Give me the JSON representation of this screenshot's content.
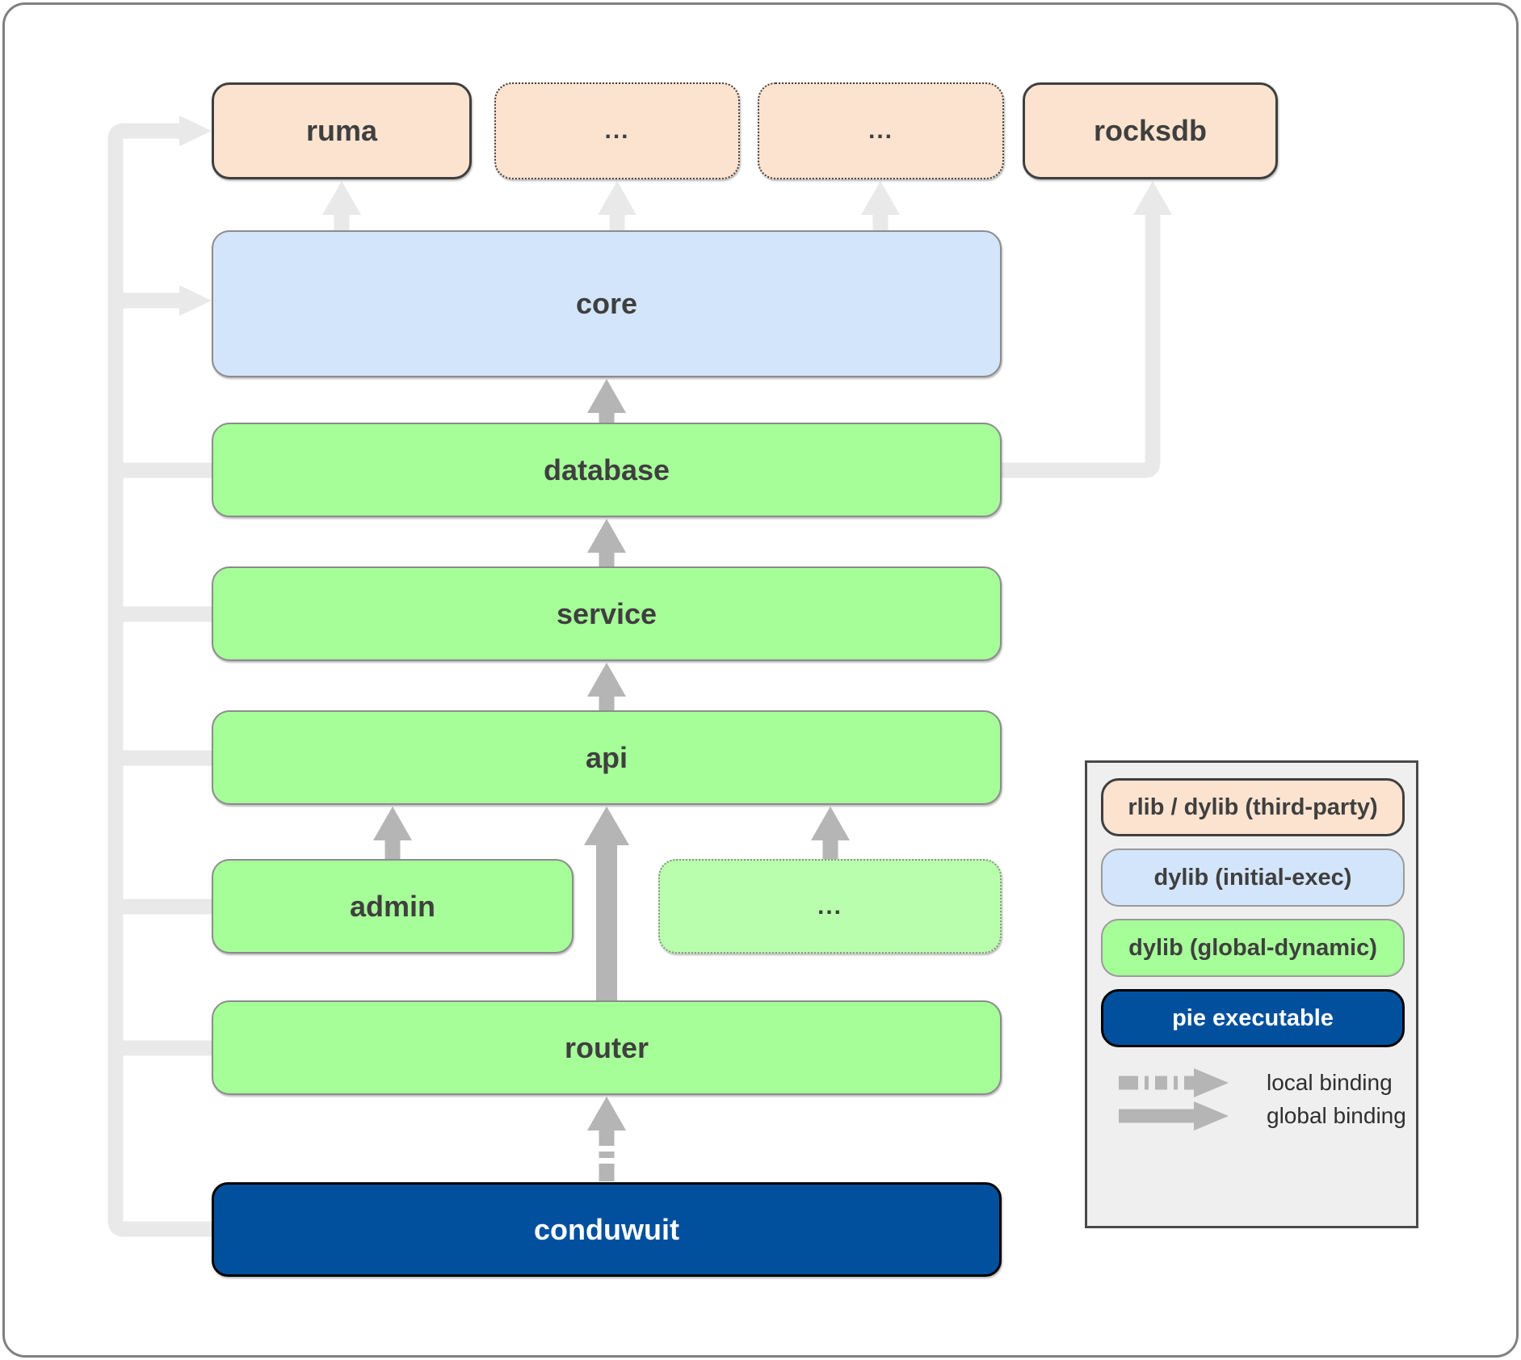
{
  "colors": {
    "peach": "#fce3d0",
    "blue": "#d3e5fa",
    "green": "#a6fe98",
    "green-light": "#b9feac",
    "navy": "#01509e",
    "arrow-md": "#b5b5b5",
    "arrow-lt": "#e9e9e9",
    "border-dark": "#3f3f3f",
    "border-gray": "#8c8c8c",
    "text-color": "#3f3f3f",
    "legend-bg": "#efefef",
    "legend-border": "#4a4a4a",
    "frame-border": "#808080"
  },
  "nodes": {
    "ruma": {
      "label": "ruma",
      "type": "rlib / dylib (third-party)"
    },
    "third_party_a": {
      "label": "...",
      "type": "rlib / dylib (third-party)"
    },
    "third_party_b": {
      "label": "...",
      "type": "rlib / dylib (third-party)"
    },
    "rocksdb": {
      "label": "rocksdb",
      "type": "rlib / dylib (third-party)"
    },
    "core": {
      "label": "core",
      "type": "dylib (initial-exec)"
    },
    "database": {
      "label": "database",
      "type": "dylib (global-dynamic)"
    },
    "service": {
      "label": "service",
      "type": "dylib (global-dynamic)"
    },
    "api": {
      "label": "api",
      "type": "dylib (global-dynamic)"
    },
    "admin": {
      "label": "admin",
      "type": "dylib (global-dynamic)"
    },
    "other_handlers": {
      "label": "...",
      "type": "dylib (global-dynamic)"
    },
    "router": {
      "label": "router",
      "type": "dylib (global-dynamic)"
    },
    "conduwuit": {
      "label": "conduwuit",
      "type": "pie executable"
    }
  },
  "edges": [
    {
      "from": "core",
      "to": "ruma",
      "binding": "global"
    },
    {
      "from": "core",
      "to": "third_party_a",
      "binding": "global"
    },
    {
      "from": "core",
      "to": "third_party_b",
      "binding": "global"
    },
    {
      "from": "database",
      "to": "rocksdb",
      "binding": "global"
    },
    {
      "from": "database",
      "to": "core",
      "binding": "global"
    },
    {
      "from": "service",
      "to": "database",
      "binding": "global"
    },
    {
      "from": "api",
      "to": "service",
      "binding": "global"
    },
    {
      "from": "admin",
      "to": "api",
      "binding": "global"
    },
    {
      "from": "other_handlers",
      "to": "api",
      "binding": "global"
    },
    {
      "from": "router",
      "to": "api",
      "binding": "global"
    },
    {
      "from": "conduwuit",
      "to": "router",
      "binding": "local"
    },
    {
      "from": "conduwuit",
      "to": "ruma",
      "binding": "global"
    },
    {
      "from": "conduwuit",
      "to": "core",
      "binding": "global"
    },
    {
      "from": "conduwuit",
      "to": "database",
      "binding": "global"
    },
    {
      "from": "conduwuit",
      "to": "service",
      "binding": "global"
    },
    {
      "from": "conduwuit",
      "to": "api",
      "binding": "global"
    },
    {
      "from": "conduwuit",
      "to": "admin",
      "binding": "global"
    },
    {
      "from": "conduwuit",
      "to": "router",
      "binding": "global"
    }
  ],
  "legend": {
    "items": [
      {
        "label": "rlib / dylib (third-party)"
      },
      {
        "label": "dylib (initial-exec)"
      },
      {
        "label": "dylib (global-dynamic)"
      },
      {
        "label": "pie executable"
      }
    ],
    "bindings": [
      {
        "label": "local binding"
      },
      {
        "label": "global binding"
      }
    ]
  }
}
